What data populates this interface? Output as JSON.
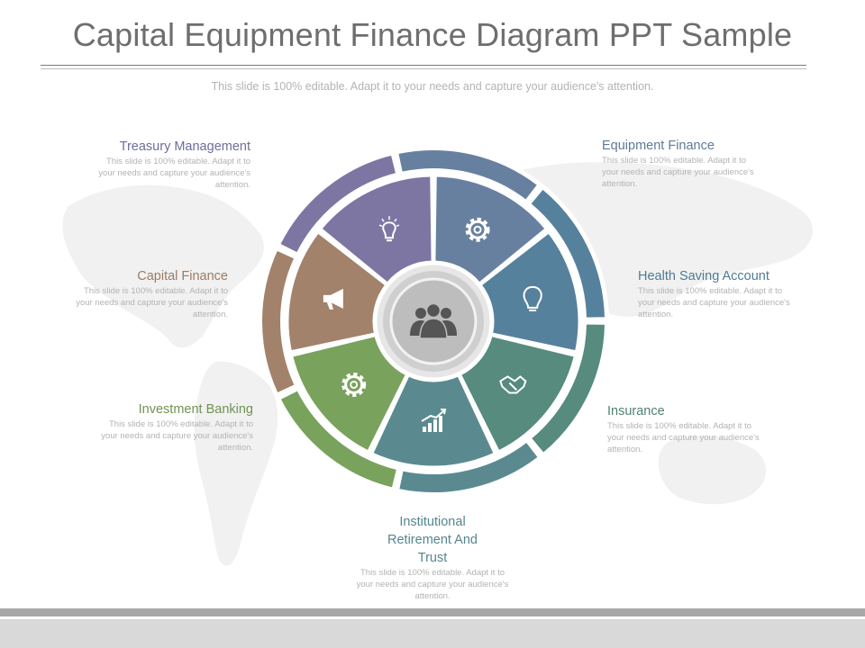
{
  "slide": {
    "title": "Capital Equipment Finance Diagram PPT Sample",
    "subtitle": "This slide is 100% editable. Adapt it to your needs and capture your audience's attention."
  },
  "segments": [
    {
      "name": "Equipment Finance",
      "desc": "This slide is 100% editable. Adapt it to your needs and capture your audience's attention.",
      "color": "#6880a0",
      "icon": "gear-icon"
    },
    {
      "name": "Health Saving Account",
      "desc": "This slide is 100% editable. Adapt it to your needs and capture your audience's attention.",
      "color": "#55819d",
      "icon": "lightbulb-icon"
    },
    {
      "name": "Insurance",
      "desc": "This slide is 100% editable. Adapt it to your needs and capture your audience's attention.",
      "color": "#568b7e",
      "icon": "handshake-icon"
    },
    {
      "name": "Institutional Retirement And Trust",
      "desc": "This slide is 100% editable. Adapt it to your needs and capture your audience's attention.",
      "color": "#5a8a90",
      "icon": "growth-chart-icon"
    },
    {
      "name": "Investment  Banking",
      "desc": "This slide is 100% editable. Adapt it to your needs and capture your audience's attention.",
      "color": "#79a25d",
      "icon": "gear-icon"
    },
    {
      "name": "Capital Finance",
      "desc": "This slide is 100% editable. Adapt it to your needs and capture your audience's attention.",
      "color": "#a3826b",
      "icon": "megaphone-icon"
    },
    {
      "name": "Treasury  Management",
      "desc": "This slide is 100% editable. Adapt it to your needs and capture your audience's attention.",
      "color": "#7d76a3",
      "icon": "idea-bulb-icon"
    }
  ],
  "center_icon": "team-icon",
  "colors": {
    "title": "#6e6e6e",
    "description": "#b3b3b3",
    "hub": "#c9c9c9",
    "outer_ring_bg": "#ffffff"
  }
}
